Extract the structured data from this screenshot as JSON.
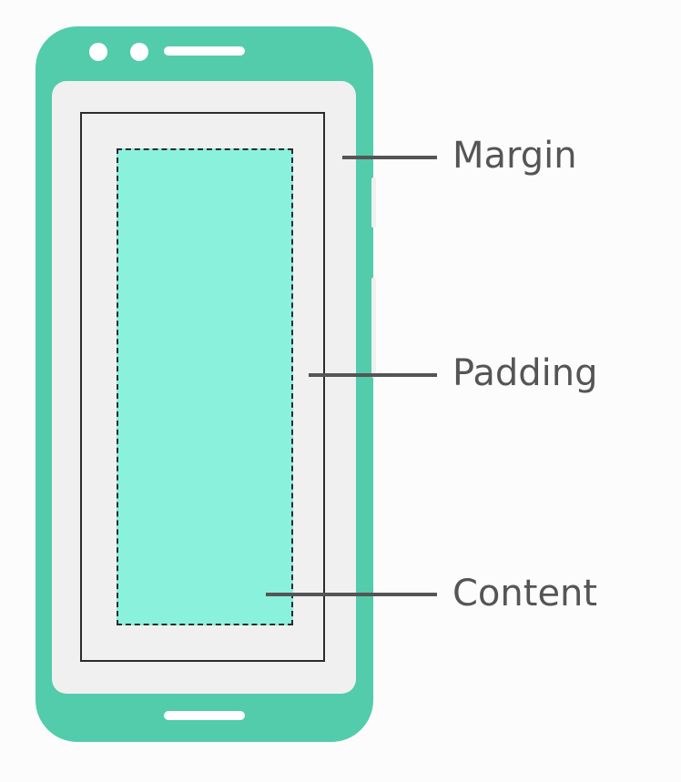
{
  "labels": {
    "margin": "Margin",
    "padding": "Padding",
    "content": "Content"
  },
  "colors": {
    "phone_body": "#52ccab",
    "screen": "#f0f0f0",
    "content_fill": "#8af2dc",
    "border": "#2b2b2b",
    "label_text": "#555555"
  },
  "icons": {
    "device": "smartphone-icon"
  }
}
